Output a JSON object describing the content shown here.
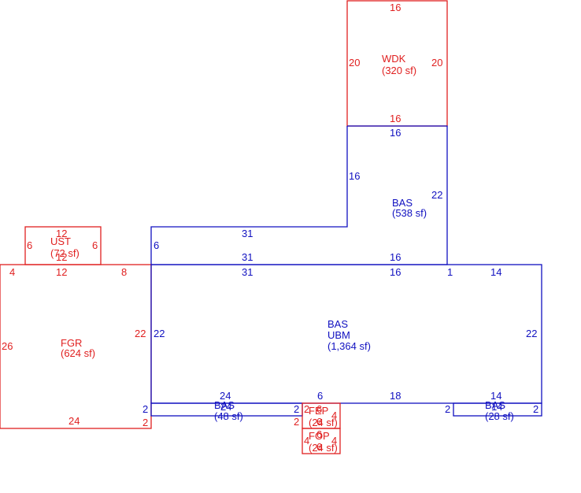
{
  "colors": {
    "red": "#e02020",
    "blue": "#1010c0"
  },
  "areas": {
    "wdk": {
      "code": "WDK",
      "area": "(320 sf)"
    },
    "bas_upper": {
      "code": "BAS",
      "area": "(538 sf)"
    },
    "ust": {
      "code": "UST",
      "area": "(72 sf)"
    },
    "fgr": {
      "code": "FGR",
      "area": "(624 sf)"
    },
    "bas_main": {
      "code": "BAS",
      "code2": "UBM",
      "area": "(1,364 sf)"
    },
    "bas_left": {
      "code": "BAS",
      "area": "(48 sf)"
    },
    "bas_right": {
      "code": "BAS",
      "area": "(28 sf)"
    },
    "fep": {
      "code": "FEP",
      "area": "(24 sf)"
    },
    "fop": {
      "code": "FOP",
      "area": "(24 sf)"
    }
  },
  "dims": {
    "wdk_top": "16",
    "wdk_left": "20",
    "wdk_right": "20",
    "wdk_bottom": "16",
    "bas_upper_top": "16",
    "bas_upper_left": "16",
    "bas_upper_right": "22",
    "bas_upper_step": "31",
    "bas_upper_step_left": "6",
    "bas_upper_bottom_left": "31",
    "bas_upper_bottom_right": "16",
    "ust_top": "12",
    "ust_left": "6",
    "ust_right": "6",
    "ust_bottom": "12",
    "fgr_top_left": "4",
    "fgr_top_mid": "12",
    "fgr_top_right": "8",
    "fgr_left": "26",
    "fgr_right": "22",
    "fgr_bottom": "24",
    "fgr_bottom_right": "2",
    "main_top_left": "31",
    "main_top_mid": "16",
    "main_top_one": "1",
    "main_top_right": "14",
    "main_left": "22",
    "main_right": "22",
    "main_bottom_a": "24",
    "main_bottom_b": "6",
    "main_bottom_c": "18",
    "main_bottom_d": "14",
    "bas_left_top": "24",
    "bas_left_bottom": "24",
    "bas_left_side": "2",
    "bas_left_side2": "2",
    "bas_right_top": "14",
    "bas_right_bottom": "14",
    "bas_right_side_l": "2",
    "bas_right_side_r": "2",
    "fep_top": "6",
    "fep_left": "2",
    "fep_left2": "2",
    "fep_right": "4",
    "fep_bottom": "6",
    "fop_top": "6",
    "fop_left": "4",
    "fop_right": "4",
    "fop_bottom": "6"
  }
}
